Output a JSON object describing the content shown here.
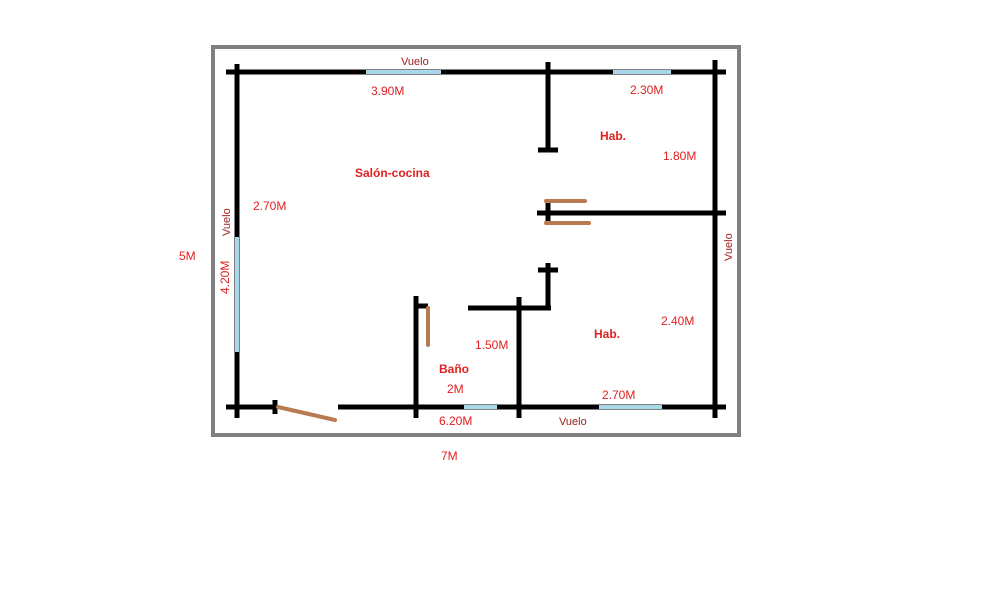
{
  "colors": {
    "wall": "#000000",
    "frame": "#808080",
    "window": "#a8d8ea",
    "door": "#b87a50",
    "label": "#e02020",
    "vuelo_label": "#a02020"
  },
  "rooms": {
    "living_kitchen": "Salón-cocina",
    "bedroom_top": "Hab.",
    "bedroom_bottom": "Hab.",
    "bathroom": "Baño"
  },
  "dimensions": {
    "overall_width": "7M",
    "overall_height": "5M",
    "top_window": "3.90M",
    "top_right_window": "2.30M",
    "bedroom_top_height": "1.80M",
    "living_height": "2.70M",
    "left_window": "4.20M",
    "corridor_width": "1.50M",
    "bedroom_bottom_height": "2.40M",
    "bath_window": "2M",
    "bottom_length": "6.20M",
    "bottom_right_window": "2.70M"
  },
  "overhangs": {
    "top": "Vuelo",
    "left": "Vuelo",
    "right": "Vuelo",
    "bottom": "Vuelo"
  }
}
